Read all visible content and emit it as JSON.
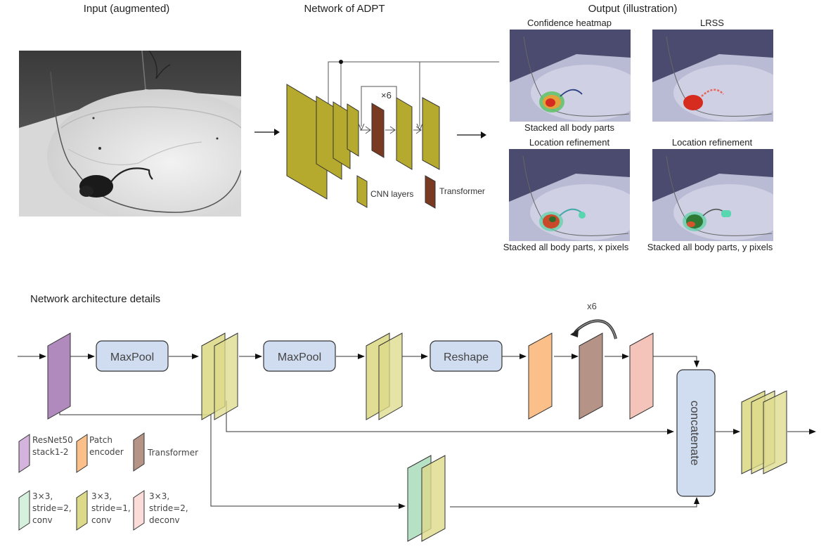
{
  "top": {
    "input_title": "Input (augmented)",
    "network_title": "Network of ADPT",
    "output_title": "Output (illustration)",
    "repeat_label": "×6",
    "legend": {
      "cnn": "CNN layers",
      "transformer": "Transformer"
    },
    "outputs": [
      {
        "title": "Confidence heatmap",
        "caption": "Stacked all body parts"
      },
      {
        "title": "LRSS",
        "caption": ""
      },
      {
        "title": "Location refinement",
        "caption": "Stacked all body parts, x pixels"
      },
      {
        "title": "Location refinement",
        "caption": "Stacked all body parts, y pixels"
      }
    ],
    "colors": {
      "cnn": "#b5a92e",
      "transformer": "#7a3a22"
    }
  },
  "bottom": {
    "title": "Network architecture details",
    "maxpool1": "MaxPool",
    "maxpool2": "MaxPool",
    "reshape": "Reshape",
    "concatenate": "concatenate",
    "repeat_label": "x6",
    "legend": [
      {
        "key": "resnet",
        "line1": "ResNet50",
        "line2": "stack1-2",
        "line3": "",
        "color": "#d4b3dc"
      },
      {
        "key": "patch",
        "line1": "Patch",
        "line2": "encoder",
        "line3": "",
        "color": "#fbc08a"
      },
      {
        "key": "transformer",
        "line1": "Transformer",
        "line2": "",
        "line3": "",
        "color": "#b59487"
      },
      {
        "key": "conv-s2",
        "line1": "3×3,",
        "line2": "stride=2,",
        "line3": "conv",
        "color": "#d6f0de"
      },
      {
        "key": "conv-s1",
        "line1": "3×3,",
        "line2": "stride=1,",
        "line3": "conv",
        "color": "#ddd98a"
      },
      {
        "key": "deconv-s2",
        "line1": "3×3,",
        "line2": "stride=2,",
        "line3": "deconv",
        "color": "#fbdcd8"
      }
    ],
    "colors": {
      "resnet": "#b08abd",
      "conv_s1": "#ddd98a",
      "conv_s1_overlap": "#d2cc5c",
      "conv_s2": "#b2dfc2",
      "patch": "#fbc08a",
      "transformer": "#b59487",
      "deconv": "#f4c4bb",
      "box": "#d0dcef"
    }
  }
}
